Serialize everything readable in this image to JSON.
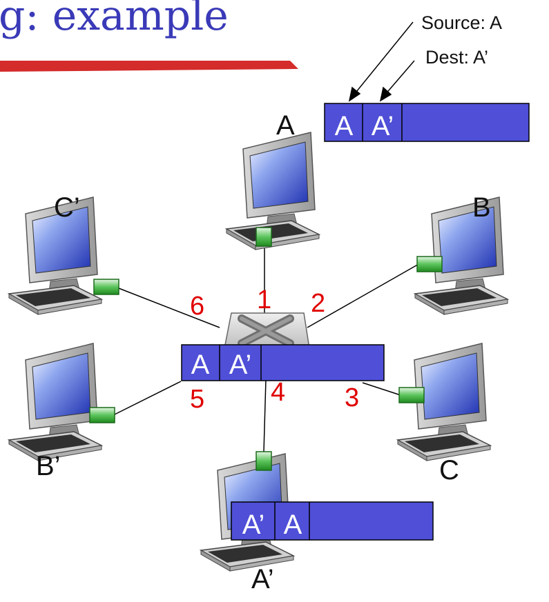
{
  "title": "g: example",
  "annotation": {
    "source": "Source: A",
    "dest": "Dest: A’"
  },
  "hosts": {
    "a": "A",
    "b": "B",
    "c": "C",
    "a_prime": "A’",
    "b_prime": "B’",
    "c_prime": "C’"
  },
  "ports": [
    "1",
    "2",
    "3",
    "4",
    "5",
    "6"
  ],
  "frames": {
    "at_host_a": {
      "src": "A",
      "dst": "A’"
    },
    "at_switch": {
      "src": "A",
      "dst": "A’"
    },
    "at_host_a_prime": {
      "dst": "A’",
      "src": "A"
    }
  },
  "colors": {
    "title": "#3a3ab8",
    "title_underline": "#d42b2b",
    "frame_fill": "#4f4fd8",
    "port_label": "#e00000",
    "nic": "#33aa33"
  }
}
